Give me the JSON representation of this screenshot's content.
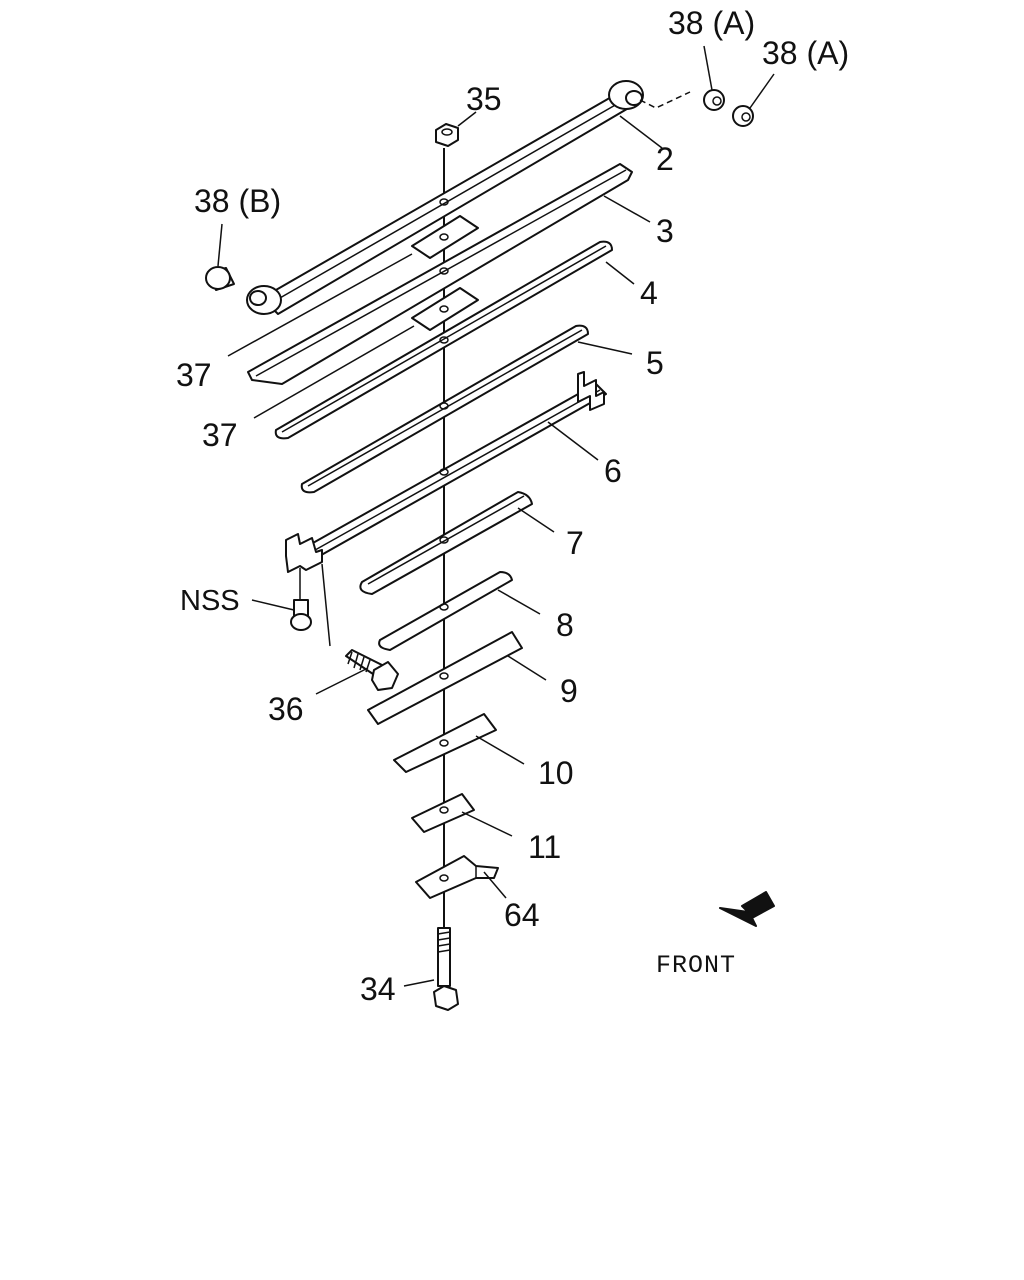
{
  "labels": {
    "p38a_1": "38 (A)",
    "p38a_2": "38 (A)",
    "p35": "35",
    "p2": "2",
    "p38b": "38 (B)",
    "p3": "3",
    "p4": "4",
    "p37_1": "37",
    "p5": "5",
    "p37_2": "37",
    "p6": "6",
    "p7": "7",
    "nss": "NSS",
    "p8": "8",
    "p9": "9",
    "p36": "36",
    "p10": "10",
    "p11": "11",
    "p64": "64",
    "p34": "34",
    "front": "FRONT"
  },
  "icons": {
    "front_arrow": "arrow-down-left-icon"
  }
}
